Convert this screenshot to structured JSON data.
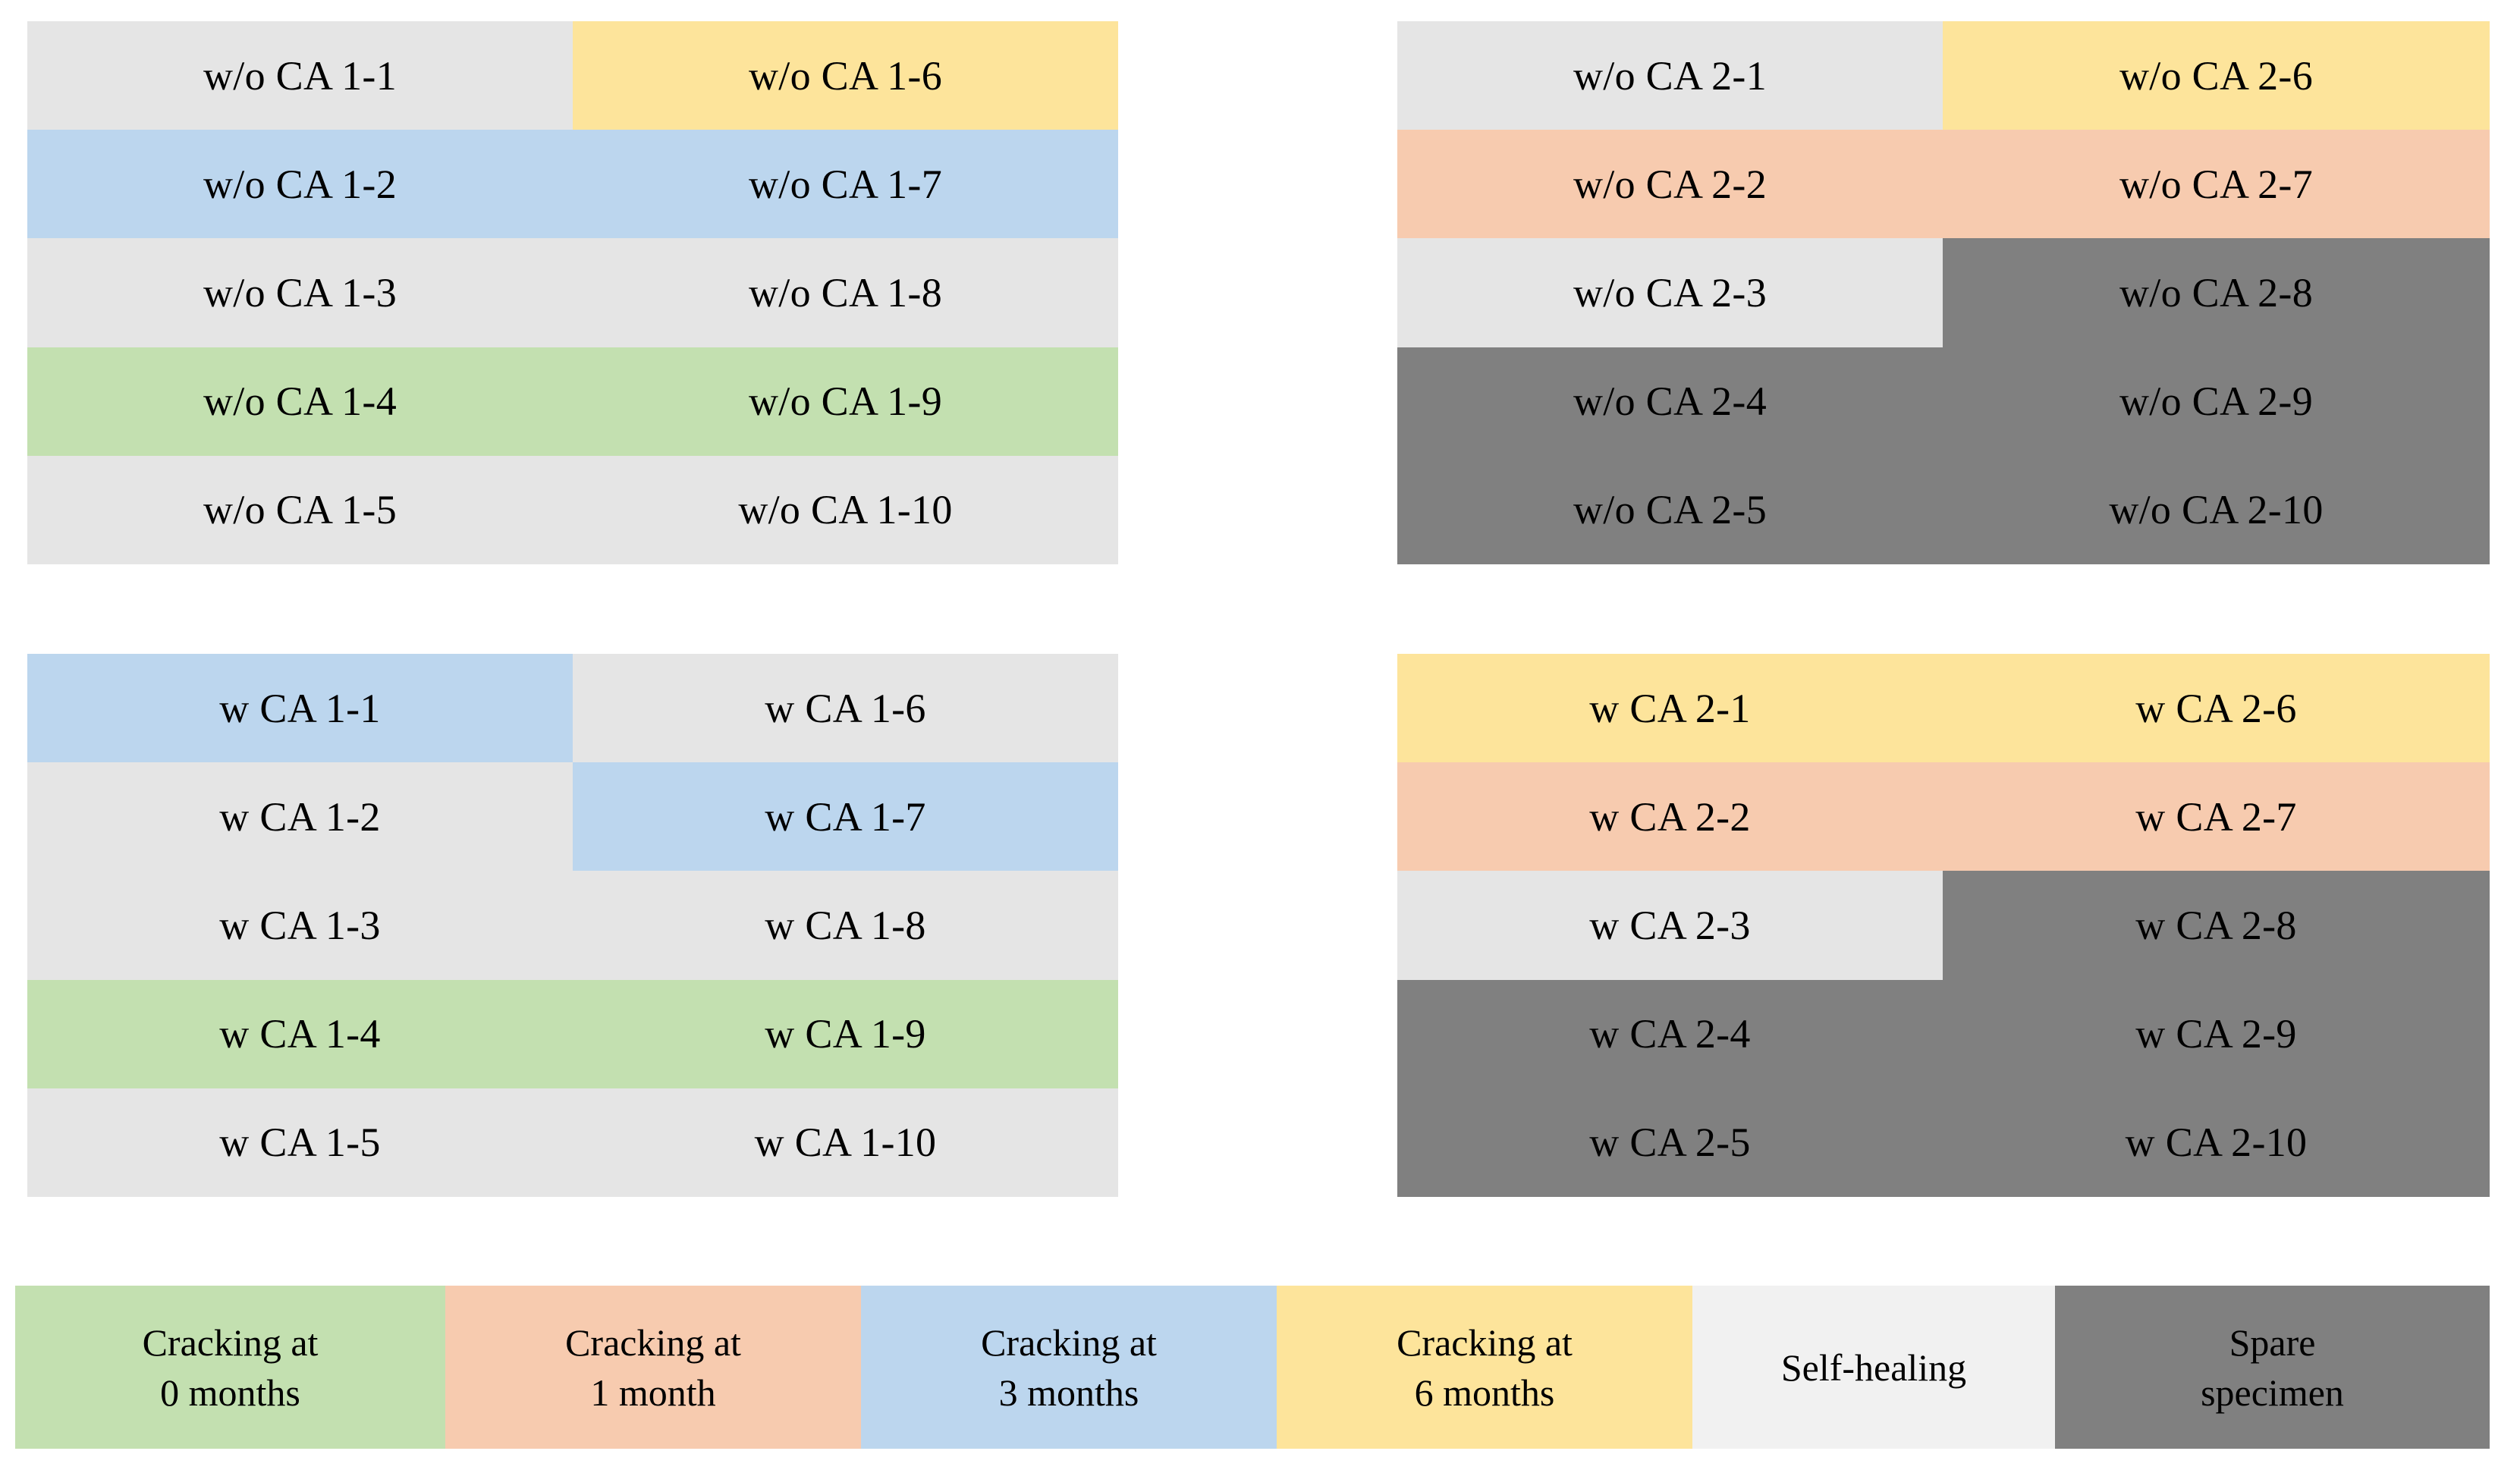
{
  "palette": {
    "crack_0_months": "#c3e0b0",
    "crack_1_month": "#f7cbaf",
    "crack_3_months": "#bcd6ee",
    "crack_6_months": "#fde49b",
    "self_healing": "#e5e5e5",
    "self_healing_legend": "#f1f1f1",
    "spare_specimen": "#808080",
    "text": "#000000",
    "background": "#ffffff"
  },
  "groups": [
    {
      "id": "wo-ca-1",
      "name": "without-coarse-aggregate-group-1",
      "cells": [
        {
          "label": "w/o CA 1-1",
          "fill": "self_healing"
        },
        {
          "label": "w/o CA 1-6",
          "fill": "crack_6_months"
        },
        {
          "label": "w/o CA 1-2",
          "fill": "crack_3_months"
        },
        {
          "label": "w/o CA 1-7",
          "fill": "crack_3_months"
        },
        {
          "label": "w/o CA 1-3",
          "fill": "self_healing"
        },
        {
          "label": "w/o CA 1-8",
          "fill": "self_healing"
        },
        {
          "label": "w/o CA 1-4",
          "fill": "crack_0_months"
        },
        {
          "label": "w/o CA 1-9",
          "fill": "crack_0_months"
        },
        {
          "label": "w/o CA 1-5",
          "fill": "self_healing"
        },
        {
          "label": "w/o CA 1-10",
          "fill": "self_healing"
        }
      ]
    },
    {
      "id": "wo-ca-2",
      "name": "without-coarse-aggregate-group-2",
      "cells": [
        {
          "label": "w/o CA 2-1",
          "fill": "self_healing"
        },
        {
          "label": "w/o CA 2-6",
          "fill": "crack_6_months"
        },
        {
          "label": "w/o CA 2-2",
          "fill": "crack_1_month"
        },
        {
          "label": "w/o CA 2-7",
          "fill": "crack_1_month"
        },
        {
          "label": "w/o CA 2-3",
          "fill": "self_healing"
        },
        {
          "label": "w/o CA 2-8",
          "fill": "spare_specimen"
        },
        {
          "label": "w/o CA 2-4",
          "fill": "spare_specimen"
        },
        {
          "label": "w/o CA 2-9",
          "fill": "spare_specimen"
        },
        {
          "label": "w/o CA 2-5",
          "fill": "spare_specimen"
        },
        {
          "label": "w/o CA 2-10",
          "fill": "spare_specimen"
        }
      ]
    },
    {
      "id": "w-ca-1",
      "name": "with-coarse-aggregate-group-1",
      "cells": [
        {
          "label": "w CA 1-1",
          "fill": "crack_3_months"
        },
        {
          "label": "w CA 1-6",
          "fill": "self_healing"
        },
        {
          "label": "w CA 1-2",
          "fill": "self_healing"
        },
        {
          "label": "w CA 1-7",
          "fill": "crack_3_months"
        },
        {
          "label": "w CA 1-3",
          "fill": "self_healing"
        },
        {
          "label": "w CA 1-8",
          "fill": "self_healing"
        },
        {
          "label": "w CA 1-4",
          "fill": "crack_0_months"
        },
        {
          "label": "w CA 1-9",
          "fill": "crack_0_months"
        },
        {
          "label": "w CA 1-5",
          "fill": "self_healing"
        },
        {
          "label": "w CA 1-10",
          "fill": "self_healing"
        }
      ]
    },
    {
      "id": "w-ca-2",
      "name": "with-coarse-aggregate-group-2",
      "cells": [
        {
          "label": "w CA 2-1",
          "fill": "crack_6_months"
        },
        {
          "label": "w CA 2-6",
          "fill": "crack_6_months"
        },
        {
          "label": "w CA 2-2",
          "fill": "crack_1_month"
        },
        {
          "label": "w CA 2-7",
          "fill": "crack_1_month"
        },
        {
          "label": "w CA 2-3",
          "fill": "self_healing"
        },
        {
          "label": "w CA 2-8",
          "fill": "spare_specimen"
        },
        {
          "label": "w CA 2-4",
          "fill": "spare_specimen"
        },
        {
          "label": "w CA 2-9",
          "fill": "spare_specimen"
        },
        {
          "label": "w CA 2-5",
          "fill": "spare_specimen"
        },
        {
          "label": "w CA 2-10",
          "fill": "spare_specimen"
        }
      ]
    }
  ],
  "legend": {
    "name": "specimen-condition-legend",
    "items": [
      {
        "line1": "Cracking at",
        "line2": "0 months",
        "fill": "crack_0_months"
      },
      {
        "line1": "Cracking at",
        "line2": "1 month",
        "fill": "crack_1_month"
      },
      {
        "line1": "Cracking at",
        "line2": "3 months",
        "fill": "crack_3_months"
      },
      {
        "line1": "Cracking at",
        "line2": "6 months",
        "fill": "crack_6_months"
      },
      {
        "line1": "Self-healing",
        "line2": "",
        "fill": "self_healing_legend"
      },
      {
        "line1": "Spare",
        "line2": "specimen",
        "fill": "spare_specimen"
      }
    ]
  }
}
